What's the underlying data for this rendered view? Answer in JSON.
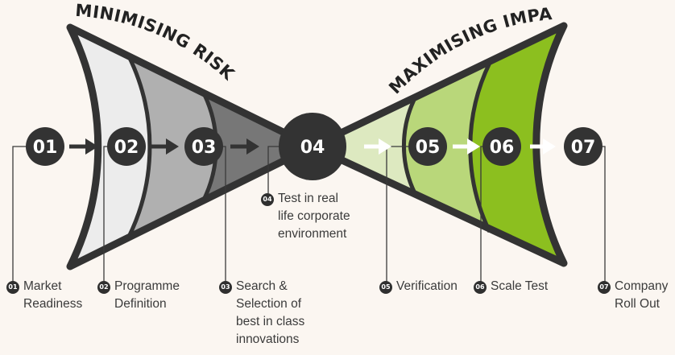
{
  "titles": {
    "left": "MINIMISING RISK",
    "right": "MAXIMISING IMPACT"
  },
  "colors": {
    "background": "#fbf6f1",
    "dark": "#333333",
    "left_segments": [
      "#ececec",
      "#b0b0b0",
      "#777777"
    ],
    "right_segments": [
      "#dde9c0",
      "#b9d77a",
      "#8cbf1f"
    ]
  },
  "steps": [
    {
      "num": "01",
      "badge": "01",
      "lines": [
        "Market",
        "Readiness"
      ]
    },
    {
      "num": "02",
      "badge": "02",
      "lines": [
        "Programme",
        "Definition"
      ]
    },
    {
      "num": "03",
      "badge": "03",
      "lines": [
        "Search &",
        "Selection of",
        "best in class",
        "innovations"
      ]
    },
    {
      "num": "04",
      "badge": "04",
      "lines": [
        "Test in real",
        "life corporate",
        "environment"
      ]
    },
    {
      "num": "05",
      "badge": "05",
      "lines": [
        "Verification"
      ]
    },
    {
      "num": "06",
      "badge": "06",
      "lines": [
        "Scale Test"
      ]
    },
    {
      "num": "07",
      "badge": "07",
      "lines": [
        "Company",
        "Roll Out"
      ]
    }
  ]
}
